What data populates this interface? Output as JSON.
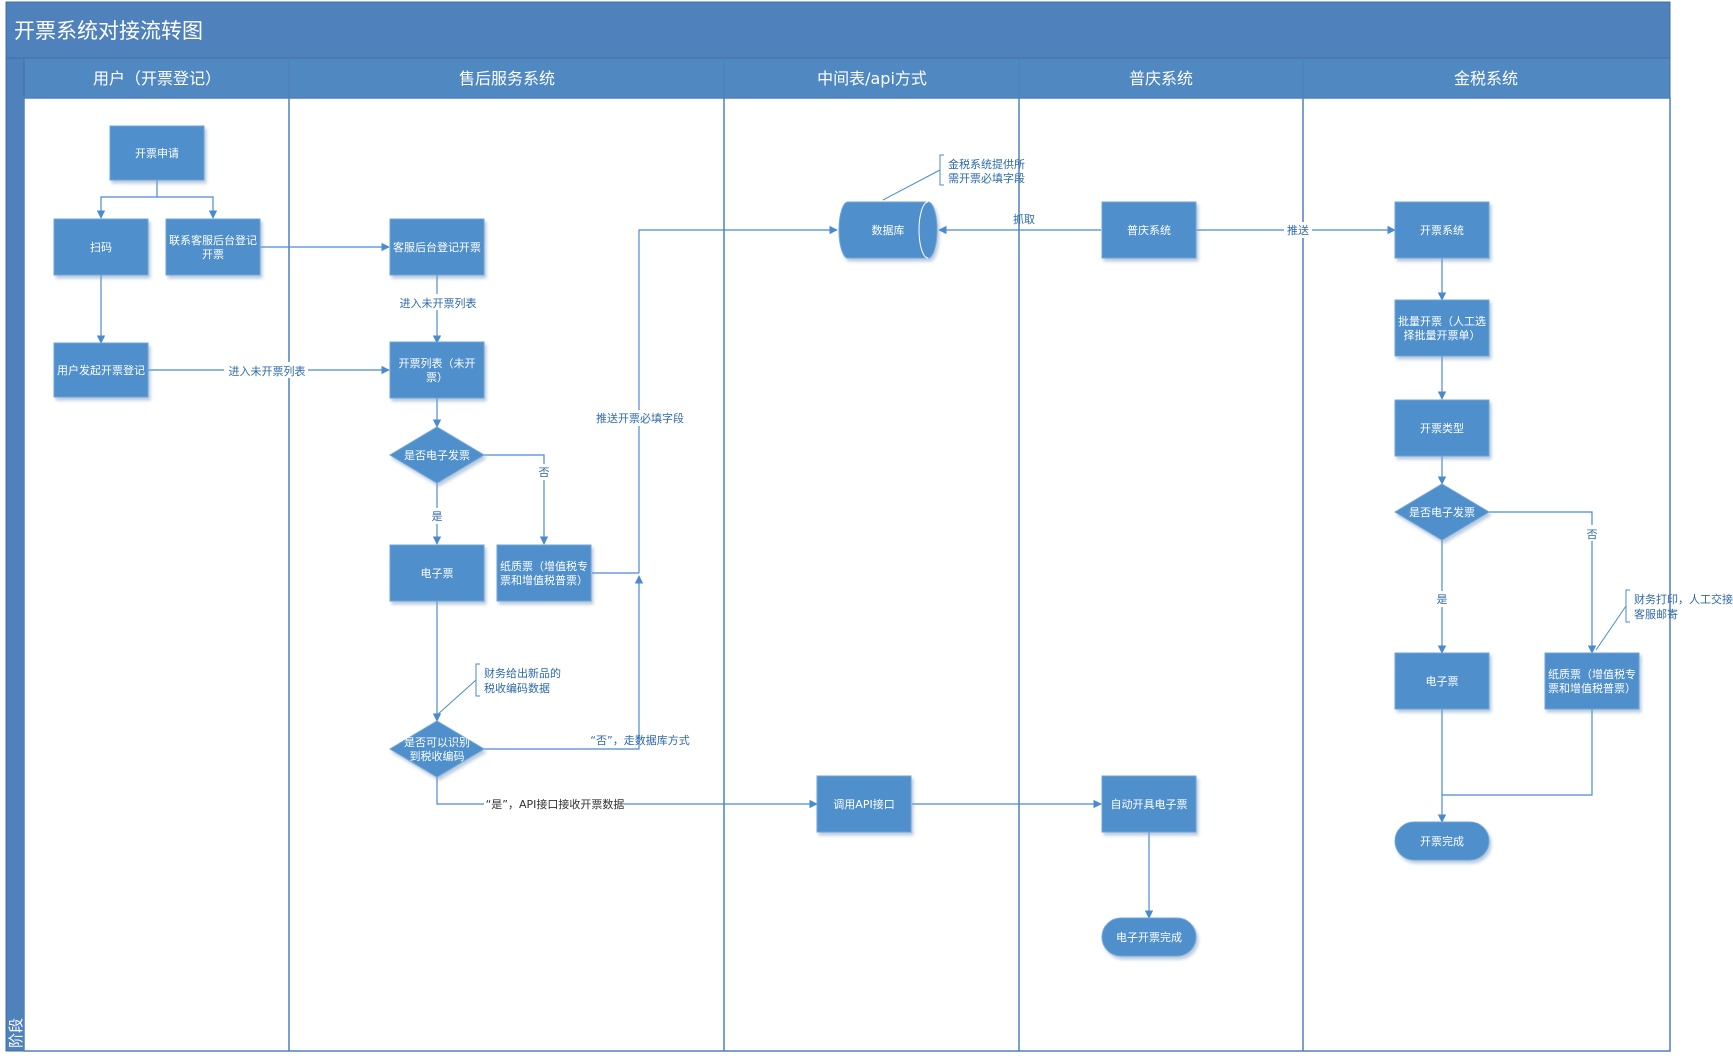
{
  "title": "开票系统对接流转图",
  "phase_label": "阶段",
  "colors": {
    "header": "#4f81bd",
    "node": "#4f8fcb",
    "node_stroke": "#6fa6d6",
    "line": "#4a8bd0",
    "lane_line": "#4f81bd",
    "label": "#2e6aa8"
  },
  "lanes": [
    {
      "id": "user",
      "label": "用户（开票登记）"
    },
    {
      "id": "aftersales",
      "label": "售后服务系统"
    },
    {
      "id": "middle",
      "label": "中间表/api方式"
    },
    {
      "id": "puqing",
      "label": "普庆系统"
    },
    {
      "id": "jinshui",
      "label": "金税系统"
    }
  ],
  "nodes": [
    {
      "id": "n_apply",
      "type": "rect",
      "lines": [
        "开票申请"
      ]
    },
    {
      "id": "n_scan",
      "type": "rect",
      "lines": [
        "扫码"
      ]
    },
    {
      "id": "n_contact",
      "type": "rect",
      "lines": [
        "联系客服后台登记",
        "开票"
      ]
    },
    {
      "id": "n_user_reg",
      "type": "rect",
      "lines": [
        "用户发起开票登记"
      ]
    },
    {
      "id": "n_cs_reg",
      "type": "rect",
      "lines": [
        "客服后台登记开票"
      ]
    },
    {
      "id": "n_list",
      "type": "rect",
      "lines": [
        "开票列表（未开",
        "票）"
      ]
    },
    {
      "id": "n_is_e1",
      "type": "diamond",
      "lines": [
        "是否电子发票"
      ]
    },
    {
      "id": "n_e1",
      "type": "rect",
      "lines": [
        "电子票"
      ]
    },
    {
      "id": "n_paper1",
      "type": "rect",
      "lines": [
        "纸质票（增值税专",
        "票和增值税普票）"
      ]
    },
    {
      "id": "n_taxcode",
      "type": "diamond",
      "lines": [
        "是否可以识别",
        "到税收编码"
      ]
    },
    {
      "id": "n_db",
      "type": "cylinder",
      "lines": [
        "数据库"
      ]
    },
    {
      "id": "n_api",
      "type": "rect",
      "lines": [
        "调用API接口"
      ]
    },
    {
      "id": "n_pq",
      "type": "rect",
      "lines": [
        "普庆系统"
      ]
    },
    {
      "id": "n_auto",
      "type": "rect",
      "lines": [
        "自动开具电子票"
      ]
    },
    {
      "id": "n_e_done",
      "type": "terminal",
      "lines": [
        "电子开票完成"
      ]
    },
    {
      "id": "n_js",
      "type": "rect",
      "lines": [
        "开票系统"
      ]
    },
    {
      "id": "n_batch",
      "type": "rect",
      "lines": [
        "批量开票（人工选",
        "择批量开票单）"
      ]
    },
    {
      "id": "n_type",
      "type": "rect",
      "lines": [
        "开票类型"
      ]
    },
    {
      "id": "n_is_e2",
      "type": "diamond",
      "lines": [
        "是否电子发票"
      ]
    },
    {
      "id": "n_e2",
      "type": "rect",
      "lines": [
        "电子票"
      ]
    },
    {
      "id": "n_paper2",
      "type": "rect",
      "lines": [
        "纸质票（增值税专",
        "票和增值税普票）"
      ]
    },
    {
      "id": "n_done",
      "type": "terminal",
      "lines": [
        "开票完成"
      ]
    }
  ],
  "edge_labels": [
    {
      "id": "lbl_enter1",
      "text": "进入未开票列表"
    },
    {
      "id": "lbl_enter2",
      "text": "进入未开票列表"
    },
    {
      "id": "lbl_no1",
      "text": "否"
    },
    {
      "id": "lbl_yes1",
      "text": "是"
    },
    {
      "id": "lbl_push",
      "text": "推送开票必填字段"
    },
    {
      "id": "lbl_no_db",
      "text": "“否”，走数据库方式"
    },
    {
      "id": "lbl_yes_api",
      "text": "“是”，API接口接收开票数据"
    },
    {
      "id": "lbl_grab",
      "text": "抓取"
    },
    {
      "id": "lbl_pushto",
      "text": "推送"
    },
    {
      "id": "lbl_no2",
      "text": "否"
    },
    {
      "id": "lbl_yes2",
      "text": "是"
    }
  ],
  "annotations": [
    {
      "id": "ann_db",
      "lines": [
        "金税系统提供所",
        "需开票必填字段"
      ]
    },
    {
      "id": "ann_finance",
      "lines": [
        "财务给出新品的",
        "税收编码数据"
      ]
    },
    {
      "id": "ann_print",
      "lines": [
        "财务打印，人工交接",
        "客服邮寄"
      ]
    }
  ]
}
